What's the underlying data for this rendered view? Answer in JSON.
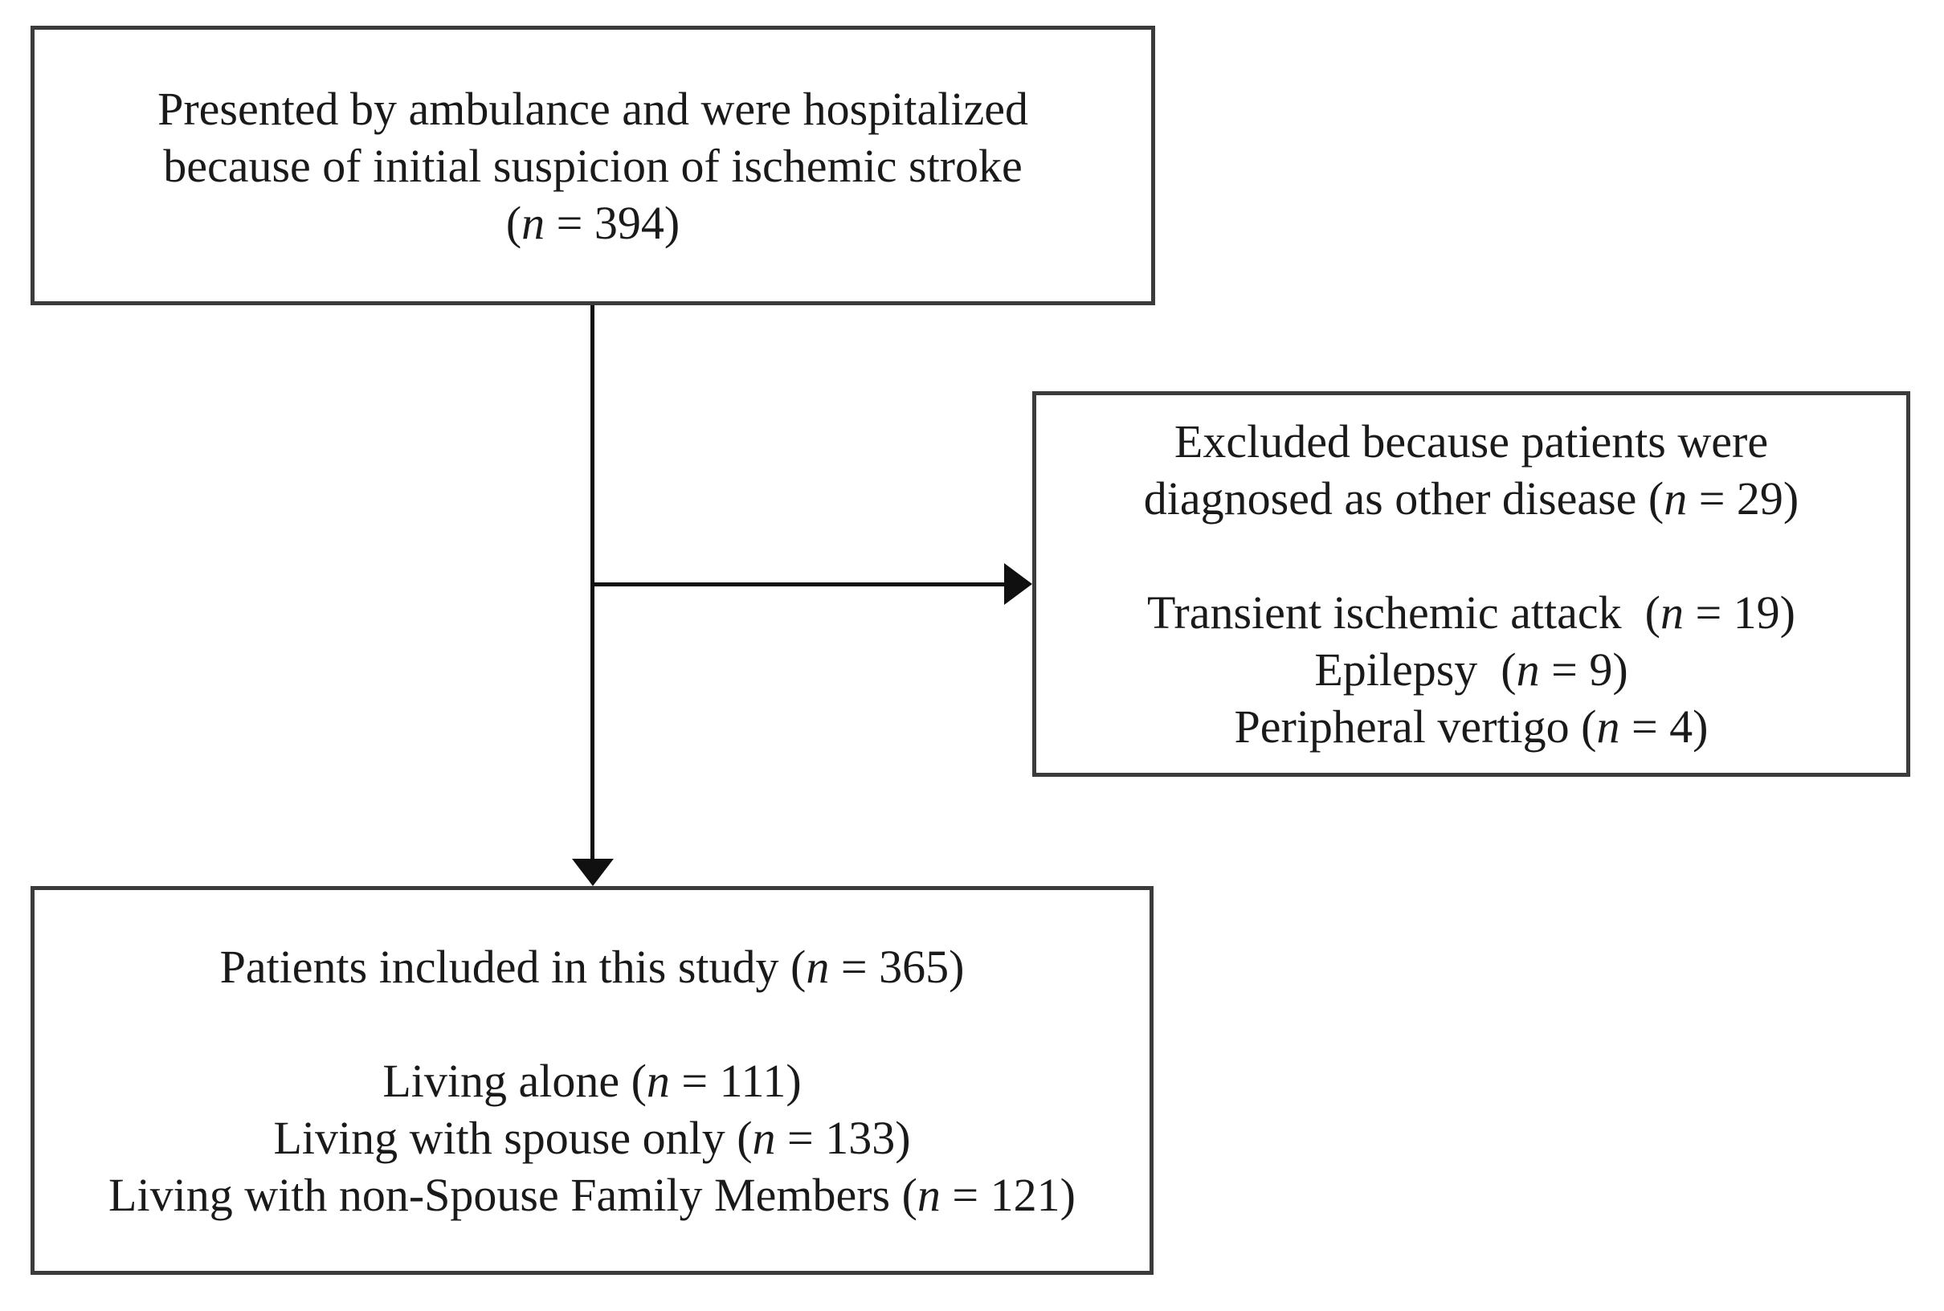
{
  "colors": {
    "background": "#ffffff",
    "box_border": "#3b3b3b",
    "text": "#1a1a1a",
    "arrow": "#101010"
  },
  "top_box": {
    "lines": [
      {
        "pre": "Presented by ambulance and were hospitalized",
        "it": "",
        "post": ""
      },
      {
        "pre": "because of initial suspicion of ischemic stroke",
        "it": "",
        "post": ""
      },
      {
        "pre": "(",
        "it": "n",
        "post": " = 394)"
      }
    ]
  },
  "excluded_box": {
    "lines": [
      {
        "pre": "Excluded because patients were",
        "it": "",
        "post": ""
      },
      {
        "pre": "diagnosed as other disease (",
        "it": "n",
        "post": " = 29)"
      },
      {
        "pre": "",
        "it": "",
        "post": ""
      },
      {
        "pre": "Transient ischemic attack  (",
        "it": "n",
        "post": " = 19)"
      },
      {
        "pre": "Epilepsy  (",
        "it": "n",
        "post": " = 9)"
      },
      {
        "pre": "Peripheral vertigo (",
        "it": "n",
        "post": " = 4)"
      }
    ]
  },
  "included_box": {
    "lines": [
      {
        "pre": "Patients included in this study (",
        "it": "n",
        "post": " = 365)"
      },
      {
        "pre": "",
        "it": "",
        "post": ""
      },
      {
        "pre": "Living alone (",
        "it": "n",
        "post": " = 111)"
      },
      {
        "pre": "Living with spouse only (",
        "it": "n",
        "post": " = 133)"
      },
      {
        "pre": "Living with non-Spouse Family Members (",
        "it": "n",
        "post": " = 121)"
      }
    ]
  }
}
